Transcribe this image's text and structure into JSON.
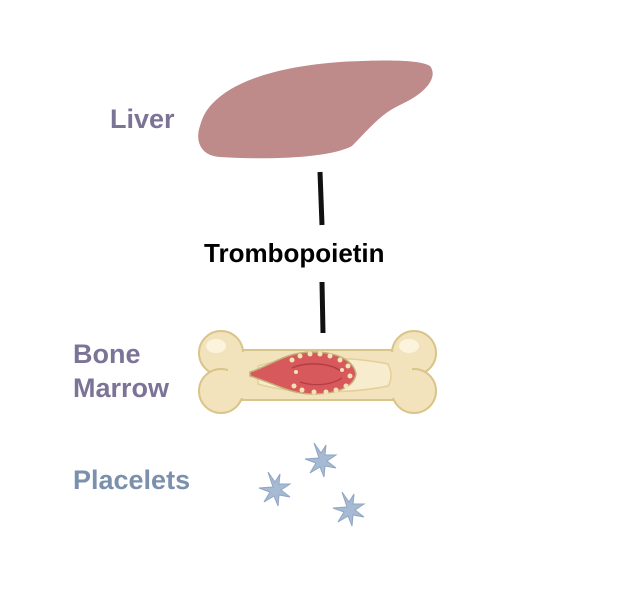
{
  "labels": {
    "liver": "Liver",
    "bone_marrow_line1": "Bone",
    "bone_marrow_line2": "Marrow",
    "platelets": "Placelets",
    "hormone": "Trombopoietin"
  },
  "colors": {
    "liver_label": "#7c7497",
    "marrow_label": "#7c7497",
    "platelets_label": "#7a90ad",
    "hormone_label": "#000000",
    "liver": "#bf8a8a",
    "bone": "#f3e3bc",
    "bone_outline": "#d9c489",
    "marrow": "#d7595c",
    "platelet": "#a7bad3",
    "connector": "#111111"
  },
  "icons": {
    "liver": "liver-organ-icon",
    "bone": "bone-icon",
    "platelet": "platelet-icon"
  }
}
